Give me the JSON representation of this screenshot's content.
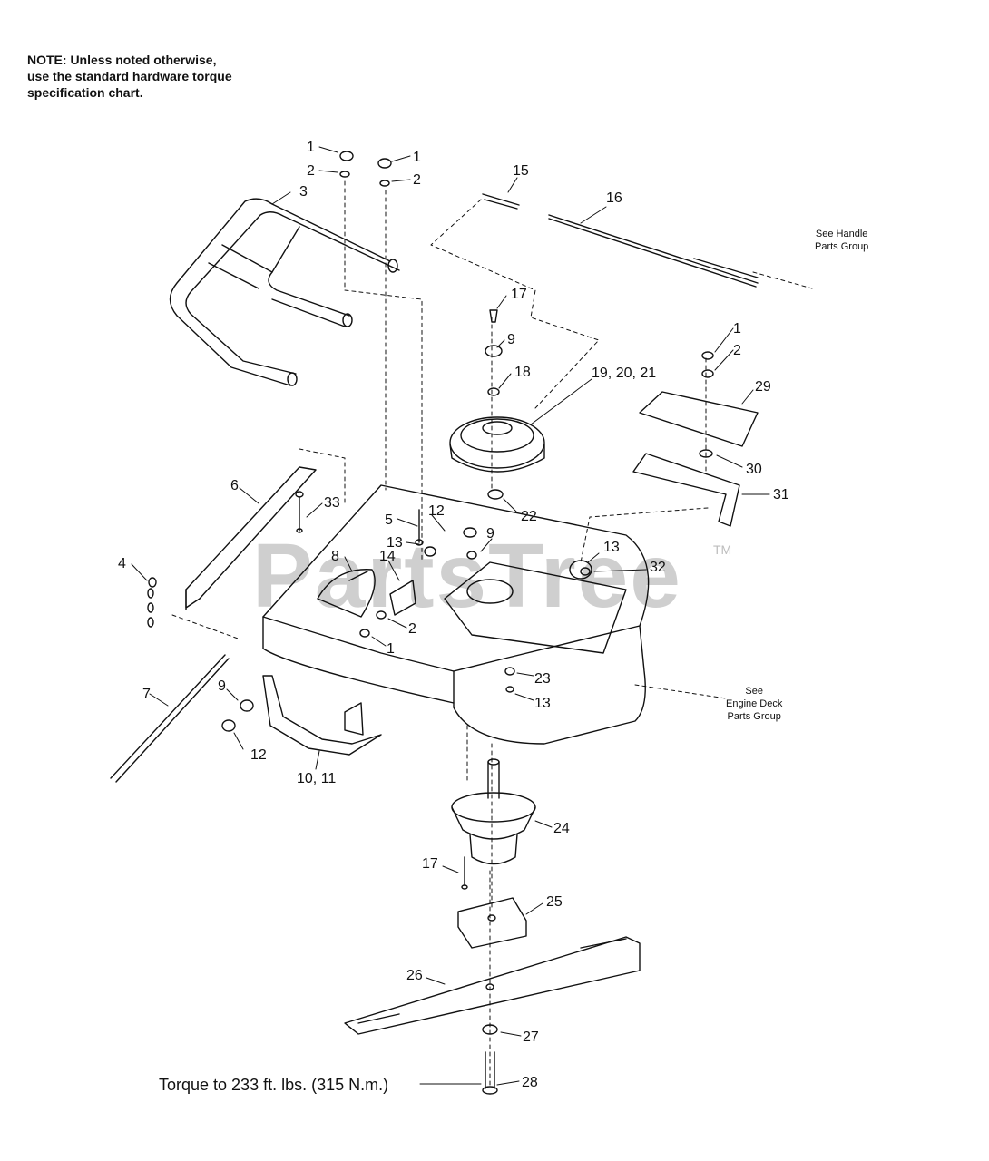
{
  "note": {
    "line1": "NOTE: Unless noted otherwise,",
    "line2": "use the standard hardware torque",
    "line3": "specification chart."
  },
  "watermark": {
    "text": "PartsTree",
    "tm": "TM"
  },
  "references": {
    "handle": {
      "line1": "See Handle",
      "line2": "Parts Group"
    },
    "engine_deck": {
      "line1": "See",
      "line2": "Engine Deck",
      "line3": "Parts Group"
    }
  },
  "torque_note": "Torque to 233 ft. lbs. (315 N.m.)",
  "callouts": [
    {
      "id": "c1a",
      "label": "1"
    },
    {
      "id": "c2a",
      "label": "2"
    },
    {
      "id": "c3",
      "label": "3"
    },
    {
      "id": "c1b",
      "label": "1"
    },
    {
      "id": "c2b",
      "label": "2"
    },
    {
      "id": "c15",
      "label": "15"
    },
    {
      "id": "c16",
      "label": "16"
    },
    {
      "id": "c17a",
      "label": "17"
    },
    {
      "id": "c9a",
      "label": "9"
    },
    {
      "id": "c18",
      "label": "18"
    },
    {
      "id": "c19",
      "label": "19, 20, 21"
    },
    {
      "id": "c1c",
      "label": "1"
    },
    {
      "id": "c2c",
      "label": "2"
    },
    {
      "id": "c29",
      "label": "29"
    },
    {
      "id": "c30",
      "label": "30"
    },
    {
      "id": "c31",
      "label": "31"
    },
    {
      "id": "c6",
      "label": "6"
    },
    {
      "id": "c33",
      "label": "33"
    },
    {
      "id": "c22",
      "label": "22"
    },
    {
      "id": "c5",
      "label": "5"
    },
    {
      "id": "c12a",
      "label": "12"
    },
    {
      "id": "c9b",
      "label": "9"
    },
    {
      "id": "c13a",
      "label": "13"
    },
    {
      "id": "c13b",
      "label": "13"
    },
    {
      "id": "c32",
      "label": "32"
    },
    {
      "id": "c4",
      "label": "4"
    },
    {
      "id": "c8",
      "label": "8"
    },
    {
      "id": "c14",
      "label": "14"
    },
    {
      "id": "c2d",
      "label": "2"
    },
    {
      "id": "c1d",
      "label": "1"
    },
    {
      "id": "c23",
      "label": "23"
    },
    {
      "id": "c13c",
      "label": "13"
    },
    {
      "id": "c7",
      "label": "7"
    },
    {
      "id": "c9c",
      "label": "9"
    },
    {
      "id": "c12b",
      "label": "12"
    },
    {
      "id": "c10",
      "label": "10, 11"
    },
    {
      "id": "c24",
      "label": "24"
    },
    {
      "id": "c17b",
      "label": "17"
    },
    {
      "id": "c25",
      "label": "25"
    },
    {
      "id": "c26",
      "label": "26"
    },
    {
      "id": "c27",
      "label": "27"
    },
    {
      "id": "c28",
      "label": "28"
    }
  ]
}
